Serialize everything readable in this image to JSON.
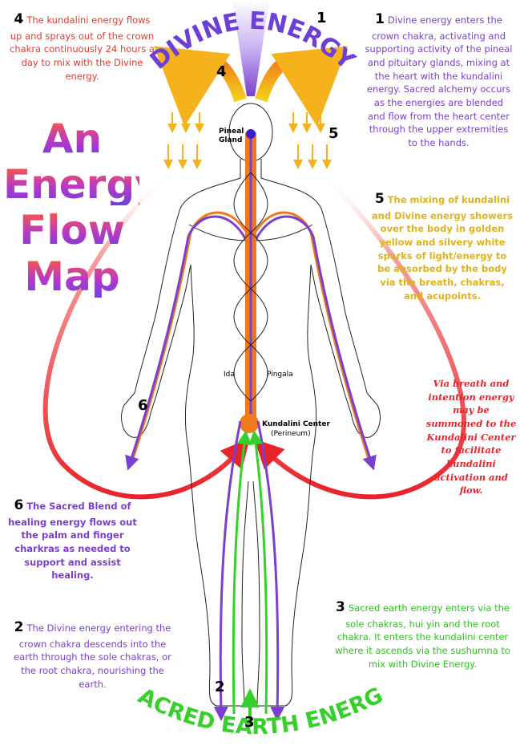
{
  "title_lines": [
    "An",
    "Energy",
    "Flow",
    "Map"
  ],
  "arc_top": "DIVINE ENERGY",
  "arc_bottom": "SACRED EARTH ENERGY",
  "labels": {
    "pineal_line1": "Pineal",
    "pineal_line2": "Gland",
    "ida": "Ida",
    "pingala": "Pingala",
    "kundalini_line1": "Kundalini Center",
    "kundalini_line2": "(Perineum)"
  },
  "markers": {
    "m1": "1",
    "m2": "2",
    "m3": "3",
    "m4": "4",
    "m5": "5",
    "m6": "6"
  },
  "notes": {
    "n1": {
      "num": "1",
      "text": "Divine energy enters the crown chakra, activating and supporting activity of the pineal and pituitary glands, mixing at the heart with the kundalini energy. Sacred alchemy occurs as the energies are blended and flow from the heart center through the upper extremities to the hands."
    },
    "n4": {
      "num": "4",
      "text": "The kundalini energy flows up and sprays out of the crown chakra continuously 24 hours a day to mix with the Divine energy."
    },
    "n5": {
      "num": "5",
      "text": "The mixing of kundalini and Divine energy showers over the body in golden yellow and silvery white sparks of light/energy to be absorbed by the body via the breath, chakras, and acupoints."
    },
    "via": {
      "text": "Via breath and intention energy may be summoned to the Kundalini Center to facilitate kundalini activation and flow."
    },
    "n6": {
      "num": "6",
      "text": "The Sacred Blend of healing energy flows out the palm and finger charkras as needed to support and assist healing."
    },
    "n2": {
      "num": "2",
      "text": "The Divine energy entering the crown chakra descends into the earth through the sole chakras, or the root chakra, nourishing the earth."
    },
    "n3": {
      "num": "3",
      "text": "Sacred earth energy enters via the sole chakras, hui yin and the root chakra. It enters the kundalini center where it ascends via the sushumna to mix with Divine Energy."
    }
  },
  "colors": {
    "divine": "#7b3fcf",
    "kundalini": "#f07a1a",
    "earth": "#35d12a",
    "gold": "#f5b21c",
    "red": "#e8242a"
  }
}
